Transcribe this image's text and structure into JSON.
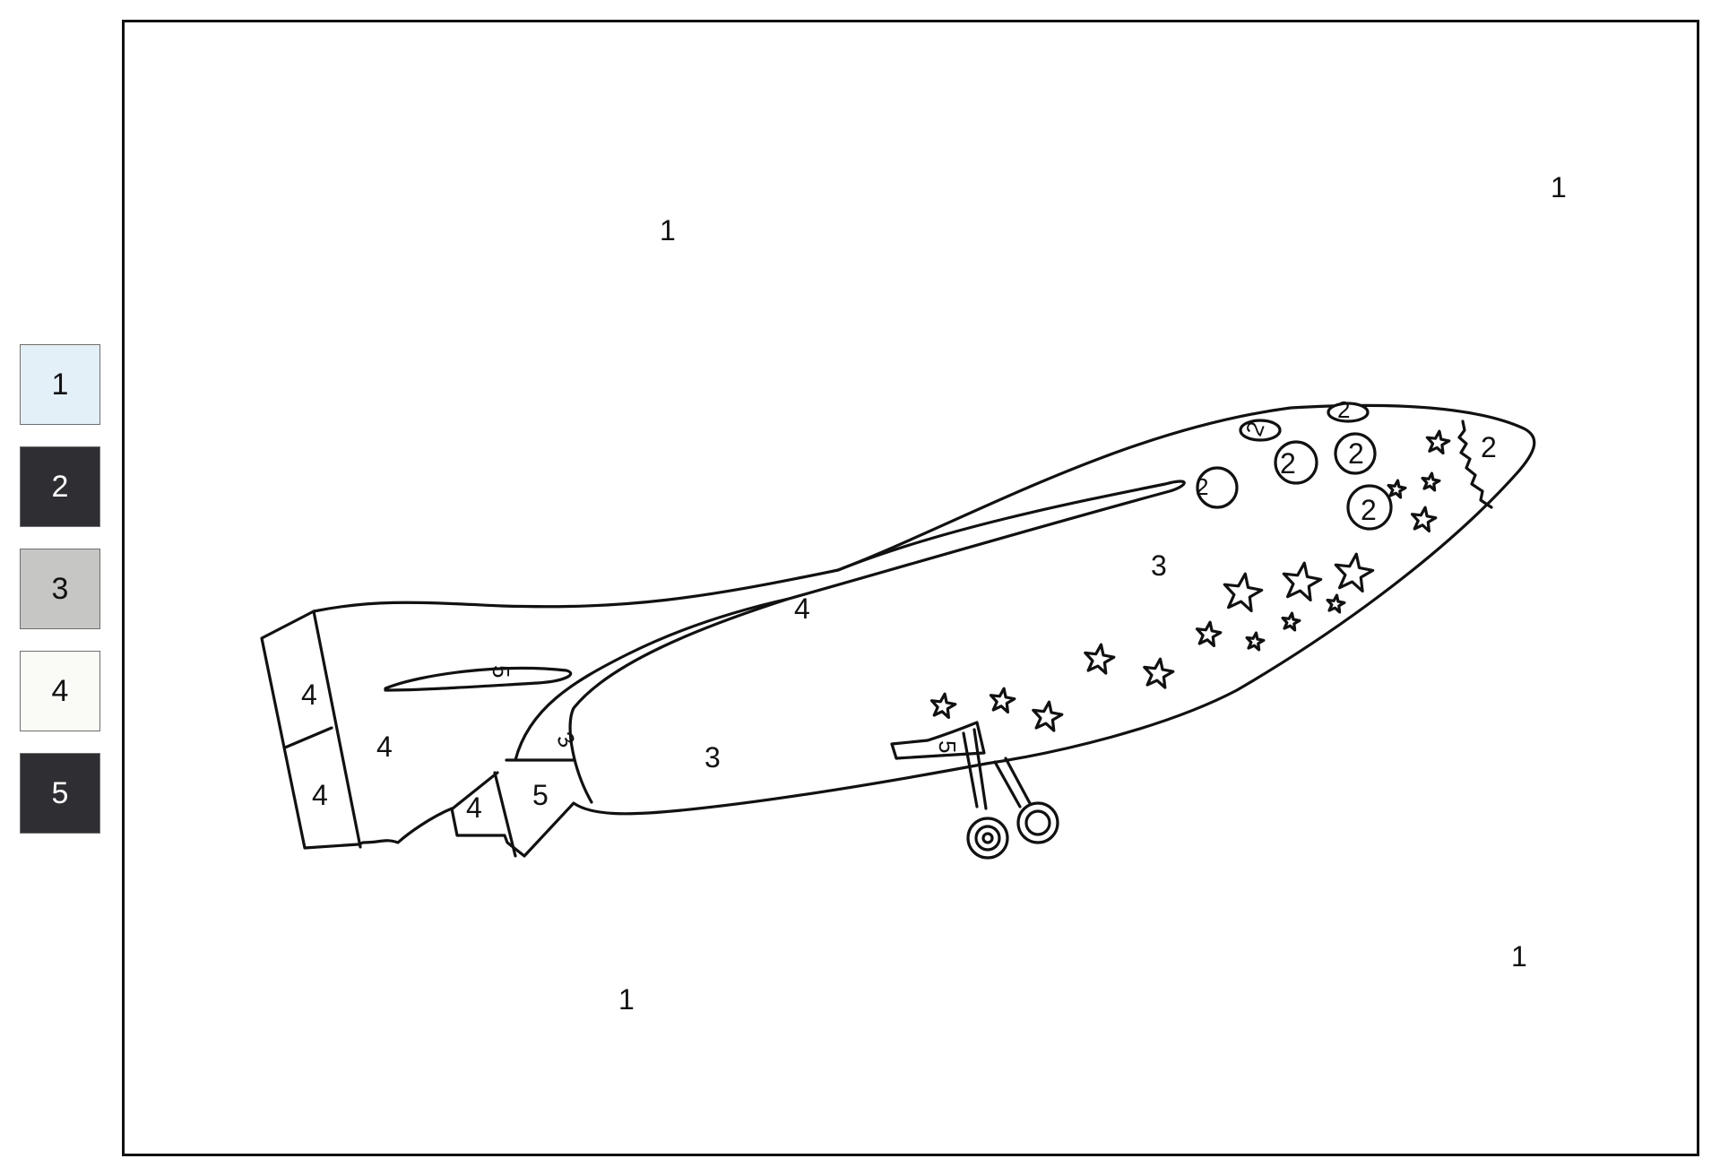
{
  "palette": [
    {
      "label": "1",
      "color": "#e3f0f8",
      "text_color": "#111111"
    },
    {
      "label": "2",
      "color": "#2f2f33",
      "text_color": "#ffffff"
    },
    {
      "label": "3",
      "color": "#c6c6c4",
      "text_color": "#111111"
    },
    {
      "label": "4",
      "color": "#fafaf7",
      "text_color": "#111111"
    },
    {
      "label": "5",
      "color": "#2f2f33",
      "text_color": "#ffffff"
    }
  ],
  "region_labels": {
    "sky_top_left": "1",
    "sky_top_right": "1",
    "sky_bottom_left": "1",
    "sky_bottom_right": "1",
    "tail_upper": "4",
    "tail_lower": "4",
    "tail_body": "4",
    "fuselage_top": "4",
    "tail_window": "5",
    "wing_stripe": "3",
    "engine_left": "4",
    "engine_right": "5",
    "body_lower": "3",
    "body_nose": "3",
    "gear_door": "5",
    "nose_tip": "2",
    "planet_1": "2",
    "planet_2": "2",
    "planet_3": "2",
    "planet_4": "2",
    "planet_5": "2",
    "planet_6": "2"
  }
}
